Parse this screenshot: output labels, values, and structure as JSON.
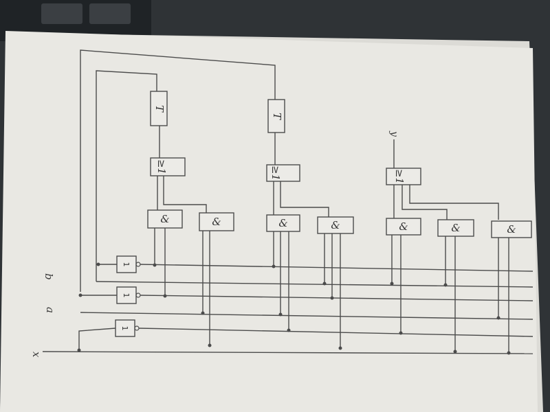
{
  "diagram": {
    "and_label": "&",
    "or_label": "≥1",
    "not_label": "1",
    "trigger_label": "T",
    "input_x": "x",
    "output_y": "y",
    "var_a": "a",
    "var_b": "b"
  },
  "colors": {
    "paper": "#e9e8e3",
    "ink": "#4b4b4b",
    "background": "#2f3336"
  }
}
